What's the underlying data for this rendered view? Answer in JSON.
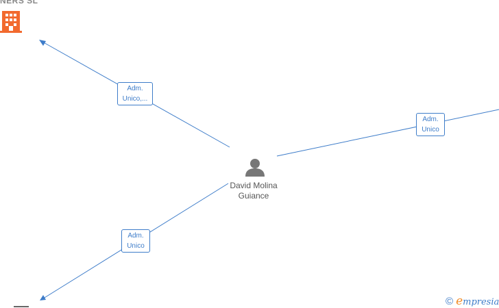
{
  "diagram": {
    "center_person": {
      "name_line1": "David Molina",
      "name_line2": "Guiance",
      "icon": "person-icon",
      "icon_color": "#777777"
    },
    "company_top_left": {
      "name_fragment": "NERS  SL",
      "icon": "building-icon",
      "icon_color": "#f26a2e"
    },
    "relations": [
      {
        "target": "company_top_left",
        "line1": "Adm.",
        "line2": "Unico,..."
      },
      {
        "target": "offscreen_right",
        "line1": "Adm.",
        "line2": "Unico"
      },
      {
        "target": "offscreen_bottom_left",
        "line1": "Adm.",
        "line2": "Unico"
      }
    ],
    "edge_color": "#3d7cc9"
  },
  "watermark": {
    "copyright_symbol": "©",
    "brand_initial": "e",
    "brand_rest": "mpresia"
  }
}
